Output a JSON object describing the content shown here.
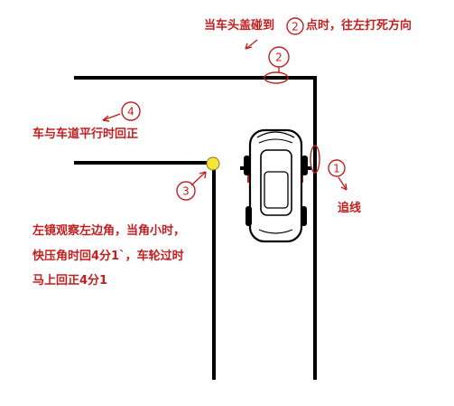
{
  "labels": {
    "top_annotation_prefix": "当车头盖碰到",
    "top_annotation_suffix": "点时，往左打死方向",
    "parallel_note": "车与车道平行时回正",
    "follow_line": "追线",
    "corner_note_line1": "左镜观察左边角，当角小时，",
    "corner_note_line2": "快压角时回4分1`，车轮过时",
    "corner_note_line3": "马上回正4分1"
  },
  "markers": {
    "m1": "1",
    "m2_top": "2",
    "m2_road": "2",
    "m3": "3",
    "m4": "4"
  },
  "colors": {
    "annotation": "#c0201f",
    "road": "#000000",
    "corner_point": "#f5e53a"
  }
}
